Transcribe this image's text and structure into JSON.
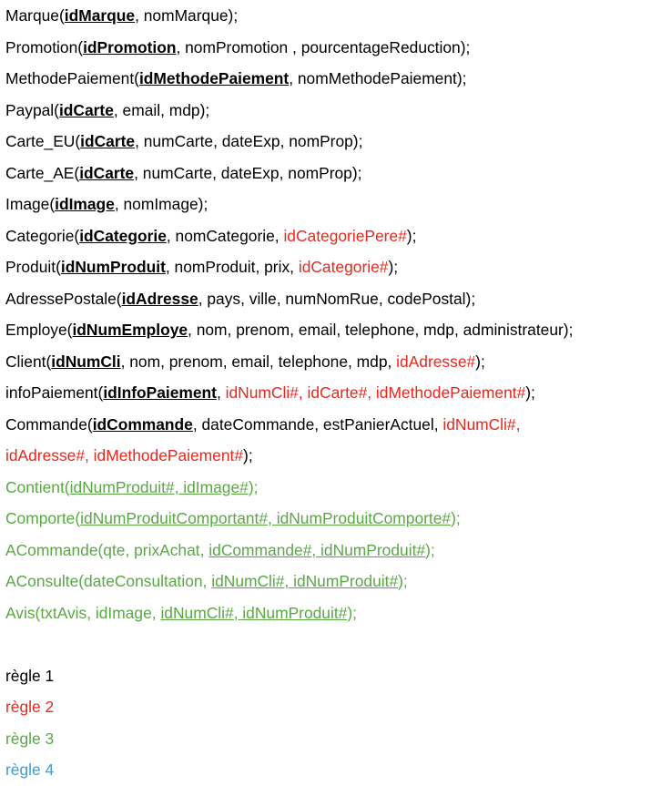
{
  "colors": {
    "black": "#000000",
    "red": "#e8281e",
    "green": "#5aa844",
    "blue": "#3c9ed6"
  },
  "schema": [
    {
      "name": "marque",
      "segments": [
        {
          "t": "Marque(",
          "s": "n"
        },
        {
          "t": "idMarque",
          "s": "pk"
        },
        {
          "t": ", nomMarque);",
          "s": "n"
        }
      ]
    },
    {
      "name": "promotion",
      "segments": [
        {
          "t": "Promotion(",
          "s": "n"
        },
        {
          "t": "idPromotion",
          "s": "pk"
        },
        {
          "t": ", nomPromotion , pourcentageReduction);",
          "s": "n"
        }
      ]
    },
    {
      "name": "methode-paiement",
      "segments": [
        {
          "t": "MethodePaiement(",
          "s": "n"
        },
        {
          "t": "idMethodePaiement",
          "s": "pk"
        },
        {
          "t": ", nomMethodePaiement);",
          "s": "n"
        }
      ]
    },
    {
      "name": "paypal",
      "segments": [
        {
          "t": "Paypal(",
          "s": "n"
        },
        {
          "t": "idCarte",
          "s": "pk"
        },
        {
          "t": ", email, mdp);",
          "s": "n"
        }
      ]
    },
    {
      "name": "carte-eu",
      "segments": [
        {
          "t": "Carte_EU(",
          "s": "n"
        },
        {
          "t": "idCarte",
          "s": "pk"
        },
        {
          "t": ", numCarte, dateExp, nomProp);",
          "s": "n"
        }
      ]
    },
    {
      "name": "carte-ae",
      "segments": [
        {
          "t": "Carte_AE(",
          "s": "n"
        },
        {
          "t": "idCarte",
          "s": "pk"
        },
        {
          "t": ", numCarte, dateExp, nomProp);",
          "s": "n"
        }
      ]
    },
    {
      "name": "image",
      "segments": [
        {
          "t": "Image(",
          "s": "n"
        },
        {
          "t": "idImage",
          "s": "pk"
        },
        {
          "t": ", nomImage);",
          "s": "n"
        }
      ]
    },
    {
      "name": "categorie",
      "segments": [
        {
          "t": "Categorie(",
          "s": "n"
        },
        {
          "t": "idCategorie",
          "s": "pk"
        },
        {
          "t": ", nomCategorie, ",
          "s": "n"
        },
        {
          "t": "idCategoriePere#",
          "s": "red"
        },
        {
          "t": ");",
          "s": "n"
        }
      ]
    },
    {
      "name": "produit",
      "segments": [
        {
          "t": "Produit(",
          "s": "n"
        },
        {
          "t": "idNumProduit",
          "s": "pk"
        },
        {
          "t": ", nomProduit, prix, ",
          "s": "n"
        },
        {
          "t": "idCategorie#",
          "s": "red"
        },
        {
          "t": ");",
          "s": "n"
        }
      ]
    },
    {
      "name": "adresse-postale",
      "segments": [
        {
          "t": "AdressePostale(",
          "s": "n"
        },
        {
          "t": "idAdresse",
          "s": "pk"
        },
        {
          "t": ", pays, ville, numNomRue, codePostal);",
          "s": "n"
        }
      ]
    },
    {
      "name": "employe",
      "segments": [
        {
          "t": "Employe(",
          "s": "n"
        },
        {
          "t": "idNumEmploye",
          "s": "pk"
        },
        {
          "t": ", nom, prenom, email, telephone, mdp, administrateur);",
          "s": "n"
        }
      ]
    },
    {
      "name": "client",
      "segments": [
        {
          "t": "Client(",
          "s": "n"
        },
        {
          "t": "idNumCli",
          "s": "pk"
        },
        {
          "t": ", nom, prenom, email, telephone, mdp, ",
          "s": "n"
        },
        {
          "t": "idAdresse#",
          "s": "red"
        },
        {
          "t": ");",
          "s": "n"
        }
      ]
    },
    {
      "name": "info-paiement",
      "segments": [
        {
          "t": "infoPaiement(",
          "s": "n"
        },
        {
          "t": "idInfoPaiement",
          "s": "pk"
        },
        {
          "t": ", ",
          "s": "n"
        },
        {
          "t": "idNumCli#, idCarte#, idMethodePaiement#",
          "s": "red"
        },
        {
          "t": ");",
          "s": "n"
        }
      ]
    },
    {
      "name": "commande",
      "segments": [
        {
          "t": "Commande(",
          "s": "n"
        },
        {
          "t": "idCommande",
          "s": "pk"
        },
        {
          "t": ", dateCommande, estPanierActuel, ",
          "s": "n"
        },
        {
          "t": "idNumCli#,",
          "s": "red"
        }
      ]
    },
    {
      "name": "commande-cont",
      "segments": [
        {
          "t": "idAdresse#, idMethodePaiement#",
          "s": "red"
        },
        {
          "t": ");",
          "s": "n"
        }
      ]
    },
    {
      "name": "contient",
      "segments": [
        {
          "t": "Contient(",
          "s": "green"
        },
        {
          "t": "idNumProduit#, idImage#",
          "s": "green-ul"
        },
        {
          "t": ");",
          "s": "green"
        }
      ]
    },
    {
      "name": "comporte",
      "segments": [
        {
          "t": "Comporte(",
          "s": "green"
        },
        {
          "t": "idNumProduitComportant#, idNumProduitComporte#",
          "s": "green-ul"
        },
        {
          "t": ");",
          "s": "green"
        }
      ]
    },
    {
      "name": "acommande",
      "segments": [
        {
          "t": "ACommande(qte, prixAchat, ",
          "s": "green"
        },
        {
          "t": "idCommande#, idNumProduit#",
          "s": "green-ul"
        },
        {
          "t": ");",
          "s": "green"
        }
      ]
    },
    {
      "name": "aconsulte",
      "segments": [
        {
          "t": "AConsulte(dateConsultation, ",
          "s": "green"
        },
        {
          "t": "idNumCli#, idNumProduit#",
          "s": "green-ul"
        },
        {
          "t": ");",
          "s": "green"
        }
      ]
    },
    {
      "name": "avis",
      "segments": [
        {
          "t": "Avis(txtAvis, idImage, ",
          "s": "green"
        },
        {
          "t": "idNumCli#, idNumProduit#",
          "s": "green-ul"
        },
        {
          "t": ");",
          "s": "green"
        }
      ]
    }
  ],
  "legend": [
    {
      "label": "règle 1",
      "s": "n"
    },
    {
      "label": "règle 2",
      "s": "red"
    },
    {
      "label": "règle 3",
      "s": "green"
    },
    {
      "label": "règle 4",
      "s": "blue"
    }
  ]
}
